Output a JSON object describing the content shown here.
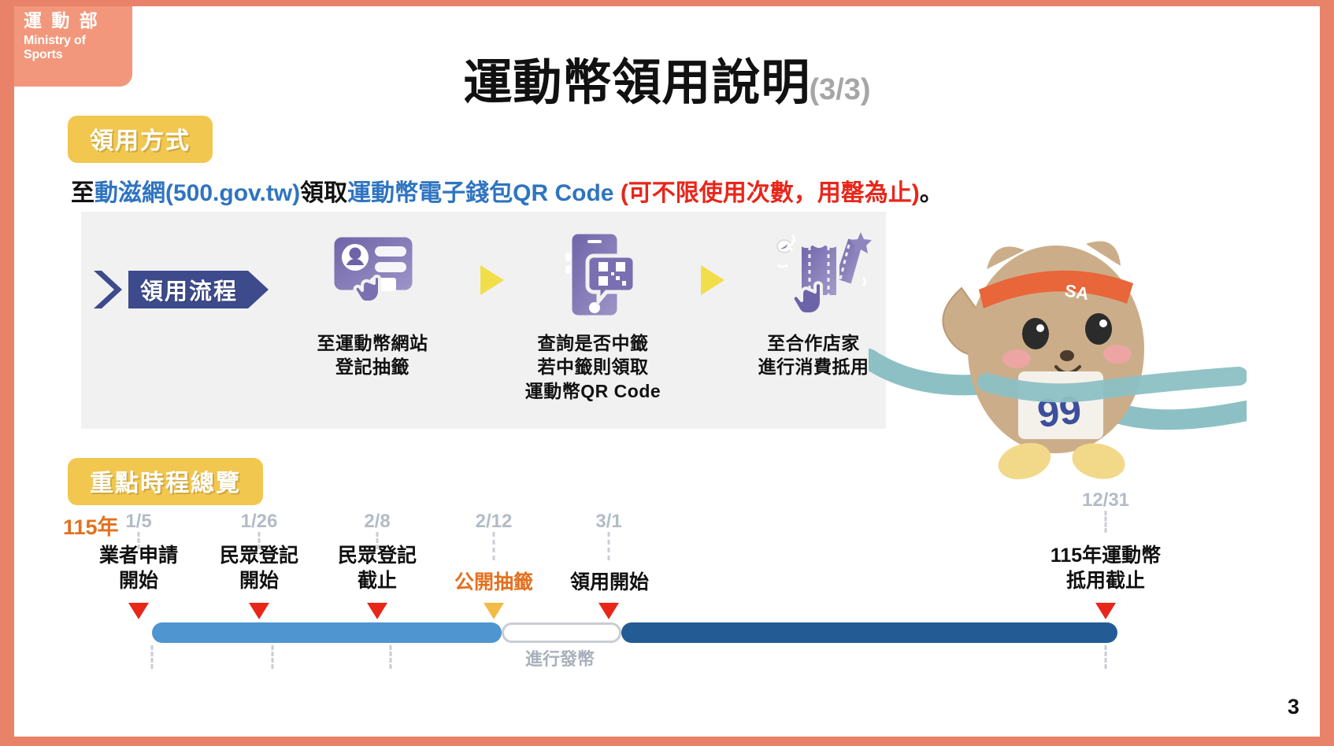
{
  "logo": {
    "cn": "運 動 部",
    "en_line1": "Ministry of",
    "en_line2": "Sports",
    "color": "#f2977b"
  },
  "header": {
    "title": "運動幣領用說明",
    "counter": "(3/3)",
    "page_number": "3"
  },
  "section_method": {
    "badge": "領用方式",
    "badge_color": "#f2c74f",
    "subtitle_parts": [
      {
        "text": "至",
        "color": "#111111"
      },
      {
        "text": "動滋網(500.gov.tw)",
        "color": "#2f74c0"
      },
      {
        "text": "領取",
        "color": "#111111"
      },
      {
        "text": "運動幣電子錢包QR Code ",
        "color": "#2f74c0"
      },
      {
        "text": "(可不限使用次數，用罄為止)",
        "color": "#e8261a"
      },
      {
        "text": "。",
        "color": "#111111"
      }
    ]
  },
  "flow": {
    "banner": "領用流程",
    "banner_color": "#3d4a8c",
    "arrow_color": "#f2de4b",
    "steps": [
      {
        "icon": "id-card-click-icon",
        "label_line1": "至運動幣網站",
        "label_line2": "登記抽籤",
        "label_line3": ""
      },
      {
        "icon": "phone-qr-code-icon",
        "label_line1": "查詢是否中籤",
        "label_line2": "若中籤則領取",
        "label_line3": "運動幣QR Code"
      },
      {
        "icon": "coupon-hand-icon",
        "label_line1": "至合作店家",
        "label_line2": "進行消費抵用",
        "label_line3": ""
      }
    ]
  },
  "schedule": {
    "badge": "重點時程總覽",
    "year": "115年",
    "year_color": "#e4701e",
    "milestones": [
      {
        "date": "1/5",
        "title_line1": "業者申請",
        "title_line2": "開始",
        "marker": "red",
        "accent": false
      },
      {
        "date": "1/26",
        "title_line1": "民眾登記",
        "title_line2": "開始",
        "marker": "red",
        "accent": false
      },
      {
        "date": "2/8",
        "title_line1": "民眾登記",
        "title_line2": "截止",
        "marker": "red",
        "accent": false
      },
      {
        "date": "2/12",
        "title_line1": "公開抽籤",
        "title_line2": "",
        "marker": "amber",
        "accent": true
      },
      {
        "date": "3/1",
        "title_line1": "領用開始",
        "title_line2": "",
        "marker": "red",
        "accent": false
      },
      {
        "date": "12/31",
        "title_line1": "115年運動幣",
        "title_line2": "抵用截止",
        "marker": "red",
        "accent": false
      }
    ],
    "bars": [
      {
        "kind": "light",
        "from": "1/5",
        "to": "2/12",
        "color": "#4f95cf"
      },
      {
        "kind": "open",
        "from": "2/12",
        "to": "3/1",
        "color": "#ffffff",
        "note": "進行發幣"
      },
      {
        "kind": "dark",
        "from": "3/1",
        "to": "12/31",
        "color": "#235b95"
      }
    ]
  },
  "mascot": {
    "name": "sports-mascot",
    "bib_text": "99",
    "headband_text": "SA",
    "body_color": "#c9ab86",
    "ribbon_color": "#8cc0c4"
  }
}
